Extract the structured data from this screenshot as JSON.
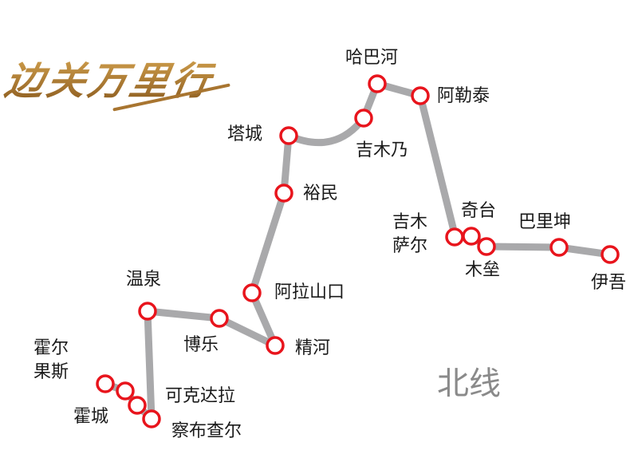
{
  "title_logo": "边关万里行",
  "line_name": "北线",
  "colors": {
    "route": "#a9a9ab",
    "station_ring": "#e8141c",
    "station_fill": "#ffffff",
    "logo": "#b07a2a"
  },
  "stations": {
    "habahe": "哈巴河",
    "aletai": "阿勒泰",
    "jimunai": "吉木乃",
    "tacheng": "塔城",
    "yumin": "裕民",
    "alashankou": "阿拉山口",
    "jinghe": "精河",
    "bole": "博乐",
    "wenquan": "温泉",
    "huoerguosi": "霍尔果斯",
    "huocheng": "霍城",
    "kekedala": "可克达拉",
    "chabuchaer": "察布查尔",
    "jimusaer": "吉木萨尔",
    "qitai": "奇台",
    "mulei": "木垒",
    "balikun": "巴里坤",
    "yiwu": "伊吾"
  }
}
